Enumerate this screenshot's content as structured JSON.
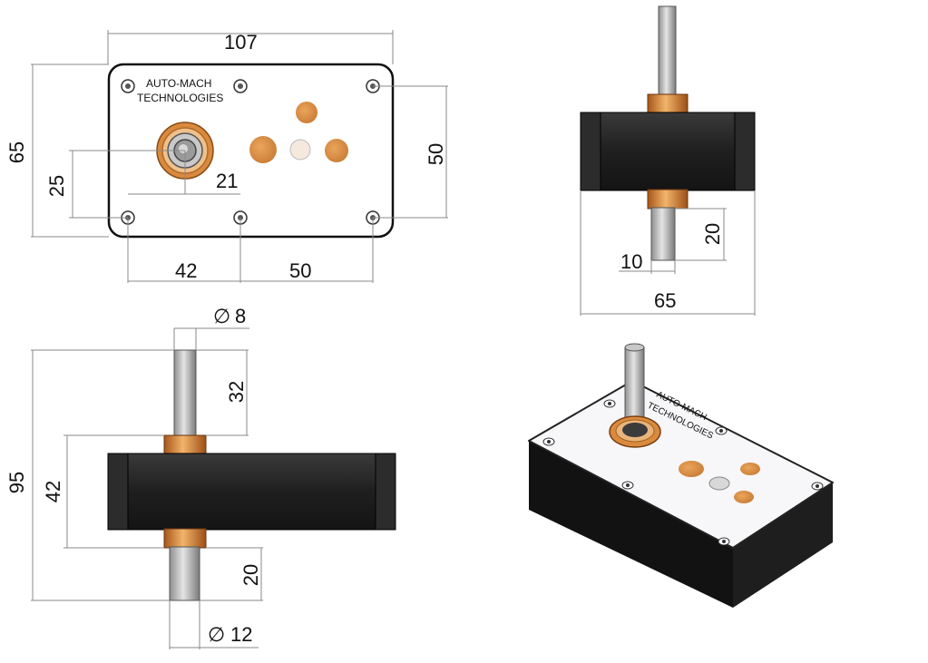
{
  "logo": {
    "line1": "AUTO-MACH",
    "line2": "TECHNOLOGIES"
  },
  "front_view": {
    "width": "107",
    "height": "65",
    "shaft_height": "25",
    "shaft_offset": "21",
    "hole_spacing_left": "42",
    "hole_spacing_right": "50",
    "hole_spacing_vertical": "50"
  },
  "side_view_top": {
    "width": "65",
    "shaft_dia_label": "10",
    "shaft_length": "20"
  },
  "side_view_bottom": {
    "overall_height": "95",
    "body_height": "42",
    "top_shaft_length": "32",
    "bottom_shaft_length": "20",
    "top_shaft_dia": "8",
    "bottom_shaft_dia": "12",
    "dia_symbol": "∅"
  },
  "colors": {
    "bronze": "#d98a3e",
    "body_dark": "#1c1c1c",
    "plate": "#ffffff",
    "shaft": "#a8a8a8"
  }
}
